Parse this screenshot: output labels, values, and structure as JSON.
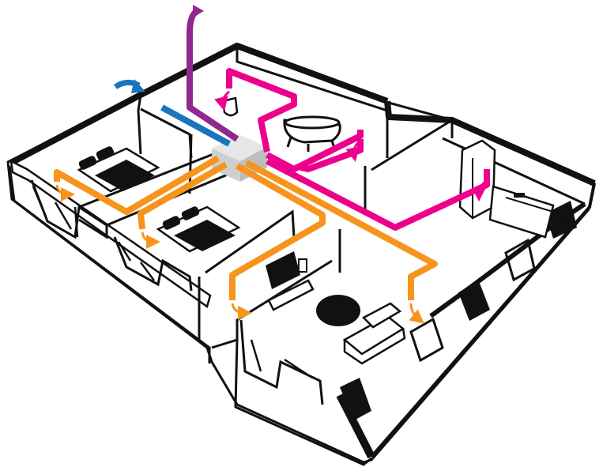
{
  "diagram": {
    "kind": "mechanical-ventilation-with-heat-recovery",
    "colors": {
      "supply_air": "#F7941D",
      "extract_air": "#EC008C",
      "exhaust_air": "#92278F",
      "fresh_air": "#1B75BC",
      "unit": "#D8D8D8",
      "walls": "#111111",
      "background": "#FFFFFF"
    },
    "icons": [
      "fresh-air-intake-arrow-icon",
      "exhaust-outlet-arrow-icon",
      "ventilation-unit-icon",
      "bed-icon",
      "bathtub-icon",
      "toilet-icon",
      "sofa-icon",
      "rug-icon",
      "tv-icon",
      "kitchen-icon"
    ],
    "rooms": [
      "bedroom-1",
      "bedroom-2",
      "bathroom",
      "living-room",
      "kitchen",
      "corridor"
    ]
  }
}
